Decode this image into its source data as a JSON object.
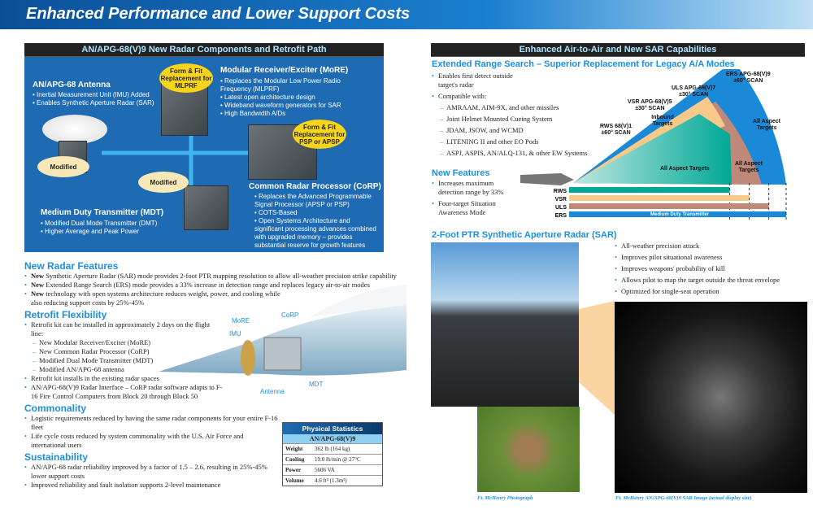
{
  "header": {
    "title": "Enhanced Performance and Lower Support Costs"
  },
  "left_panel": {
    "title": "AN/APG-68(V)9 New Radar Components and Retrofit Path",
    "antenna": {
      "title": "AN/APG-68 Antenna",
      "items": [
        "Inertial Measurement Unit (IMU) Added",
        "Enables Synthetic Aperture Radar (SAR)"
      ],
      "badge": "Modified"
    },
    "more": {
      "title": "Modular Receiver/Exciter (MoRE)",
      "items": [
        "Replaces the Modular Low Power Radio Frequency (MLPRF)",
        "Latest open architecture design",
        "Wideband waveform generators for SAR",
        "High Bandwidth A/Ds"
      ],
      "badge": "Form & Fit Replacement for MLPRF"
    },
    "corp": {
      "title": "Common Radar Processor (CoRP)",
      "items": [
        "Replaces the Advanced Programmable Signal Processor (APSP or PSP)",
        "COTS-Based",
        "Open Systems Architecture and significant processing advances combined with upgraded memory – provides substantial reserve for growth features"
      ],
      "badge": "Form & Fit Replacement for PSP or APSP"
    },
    "mdt": {
      "title": "Medium Duty Transmitter (MDT)",
      "items": [
        "Modified Dual Mode Transmitter (DMT)",
        "Higher Average and Peak Power"
      ],
      "badge": "Modified"
    }
  },
  "features": {
    "title": "New Radar Features",
    "items": [
      {
        "bold": "New",
        "text": " Synthetic Aperture Radar (SAR) mode provides 2-foot PTR mapping resolution to allow all-weather precision strike capability"
      },
      {
        "bold": "New",
        "text": " Extended Range Search (ERS) mode provides a 33% increase in detection range and replaces legacy air-to-air modes"
      },
      {
        "bold": "New",
        "text": " technology with open systems architecture reduces weight, power, and cooling while also reducing support costs by 25%-45%"
      }
    ]
  },
  "retrofit": {
    "title": "Retrofit Flexibility",
    "intro": "Retrofit kit can be installed in approximately 2 days on the flight line:",
    "subs": [
      "New Modular Receiver/Exciter (MoRE)",
      "New Common Radar Processor (CoRP)",
      "Modified Dual Mode Transmitter (MDT)",
      "Modified AN/APG-68 antenna"
    ],
    "items": [
      "Retrofit kit installs in the existing radar spaces",
      "AN/APG-68(V)9 Radar Interface – CoRP radar software adapts to F-16 Fire Control Computers from Block 20 through Block 50"
    ]
  },
  "callouts": {
    "more": "MoRE",
    "corp": "CoRP",
    "imu": "IMU",
    "mdt": "MDT",
    "antenna": "Antenna"
  },
  "commonality": {
    "title": "Commonality",
    "items": [
      "Logistic requirements reduced by having the same radar components for your entire F-16 fleet",
      "Life cycle costs reduced by system commonality with the U.S. Air Force and international users"
    ]
  },
  "sustainability": {
    "title": "Sustainability",
    "items": [
      "AN/APG-68 radar reliability improved by a factor of 1.5 – 2.6, resulting in 25%-45% lower support costs",
      "Improved reliability and fault isolation supports 2-level maintenance"
    ]
  },
  "stats": {
    "title": "Physical Statistics",
    "subtitle": "AN/APG-68(V)9",
    "rows": [
      {
        "k": "Weight",
        "v": "362 lb (164 kg)"
      },
      {
        "k": "Cooling",
        "v": "19.0 lb/min @ 27°C"
      },
      {
        "k": "Power",
        "v": "5606 VA"
      },
      {
        "k": "Volume",
        "v": "4.6 ft³ (1.3m³)"
      }
    ]
  },
  "right": {
    "title": "Enhanced Air-to-Air and New SAR Capabilities",
    "ers_title": "Extended Range Search – Superior Replacement for Legacy A/A Modes",
    "ers_items": [
      "Enables first detect outside target's radar",
      "Compatible with:"
    ],
    "ers_subs": [
      "AMRAAM, AIM-9X, and other missiles",
      "Joint Helmet Mounted Cueing System",
      "JDAM, JSOW, and WCMD",
      "LITENING II and other EO Pods",
      "ASPJ, ASPIS, AN/ALQ-131, & other EW Systems"
    ],
    "nf_title": "New Features",
    "nf_items": [
      "Increases maximum detection range by 33%",
      "Four-target Situation Awareness Mode"
    ],
    "diagram": {
      "rws": "RWS 68(V)1",
      "rws_scan": "±60° SCAN",
      "vsr": "VSR APG-68(V)5",
      "vsr_scan": "±30° SCAN",
      "uls": "ULS APG-68(V)7",
      "uls_scan": "±30° SCAN",
      "ers": "ERS APG-68(V)9",
      "ers_scan": "±60° SCAN",
      "inbound": "Inbound Targets",
      "all1": "All Aspect Targets",
      "all2": "All Aspect Targets",
      "all3": "All Aspect Targets",
      "bars": [
        {
          "label": "RWS",
          "range": 0.74,
          "color": "#00a896"
        },
        {
          "label": "VSR",
          "range": 0.83,
          "color": "#f9c98a"
        },
        {
          "label": "ULS",
          "range": 0.92,
          "color": "#c08878"
        },
        {
          "label": "ERS",
          "range": 1.0,
          "color": "#1a8ad8"
        }
      ],
      "ers_bar_text": "Medium Duty Transmitter"
    },
    "sar_title": "2-Foot PTR Synthetic Aperture Radar (SAR)",
    "sar_items": [
      "All-weather precision attack",
      "Improves pilot situational awareness",
      "Improves weapons' probability of kill",
      "Allows pilot to map the target outside the threat envelope",
      "Optimized for single-seat operation"
    ],
    "cap_photo": "Ft. McHenry Photograph",
    "cap_sar": "Ft. McHenry AN/APG-68(V)9 SAR Image (actual display size)"
  }
}
